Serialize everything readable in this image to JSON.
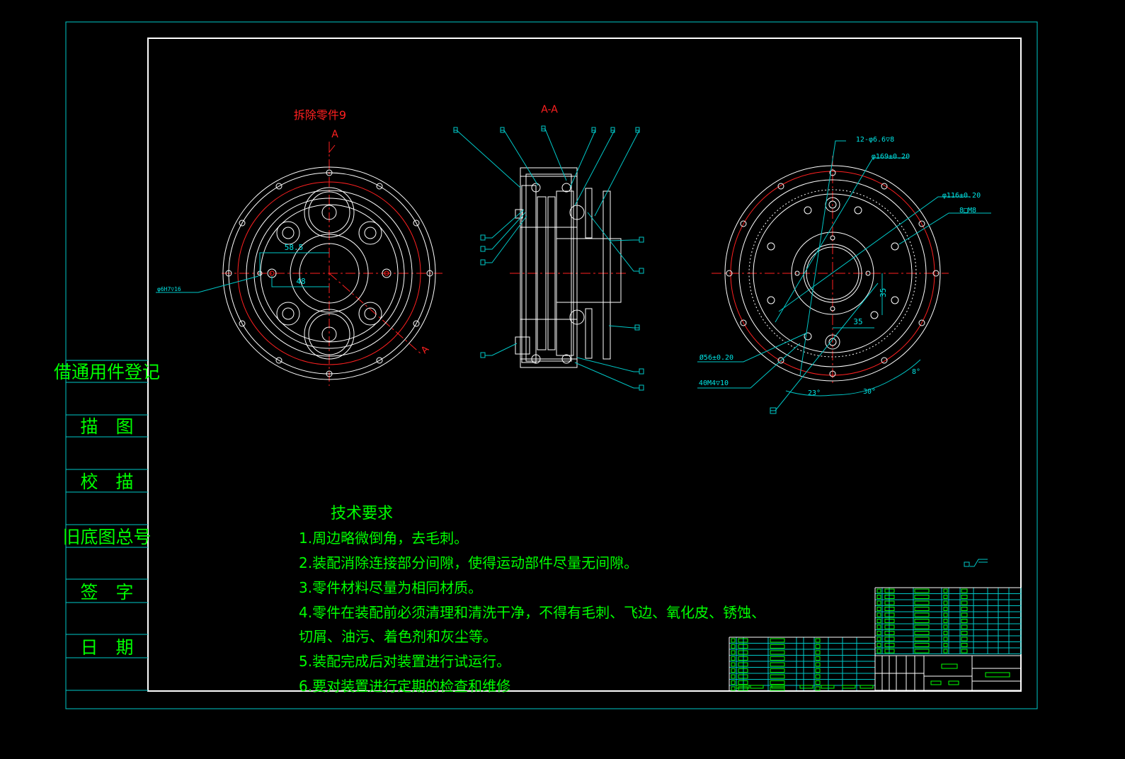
{
  "colors": {
    "background": "#000000",
    "frame": "#00c8c8",
    "border": "#ffffff",
    "text": "#00ff00",
    "annotation": "#ff2020",
    "dimension": "#00e5e5"
  },
  "side_table": {
    "rows": [
      "借通用件登记",
      "描　图",
      "校　描",
      "旧底图总号",
      "签　字",
      "日　期"
    ]
  },
  "views": {
    "left_title": "拆除零件9",
    "left_section_mark": "A",
    "left_section_mark_2": "A",
    "section_title": "A-A"
  },
  "left_dims": {
    "d1": "58.5",
    "d2": "48",
    "hole_note": "φ6H7▽16"
  },
  "right_dims": {
    "holes": "12-φ6.6▽8",
    "d169": "φ169±0.20",
    "d116": "φ116±0.20",
    "m8": "8□M8",
    "d56": "Ø56±0.20",
    "m4": "40M4▽10",
    "h35": "35",
    "v35": "35",
    "a23": "23°",
    "a30": "30°",
    "a8": "8°"
  },
  "tech": {
    "title": "技术要求",
    "items": [
      "1.周边略微倒角，去毛刺。",
      "2.装配消除连接部分间隙，使得运动部件尽量无间隙。",
      "3.零件材料尽量为相同材质。",
      "4.零件在装配前必须清理和清洗干净，不得有毛刺、飞边、氧化皮、锈蚀、",
      "切屑、油污、着色剂和灰尘等。",
      "5.装配完成后对装置进行试运行。",
      "6.要对装置进行定期的检查和维修"
    ]
  }
}
